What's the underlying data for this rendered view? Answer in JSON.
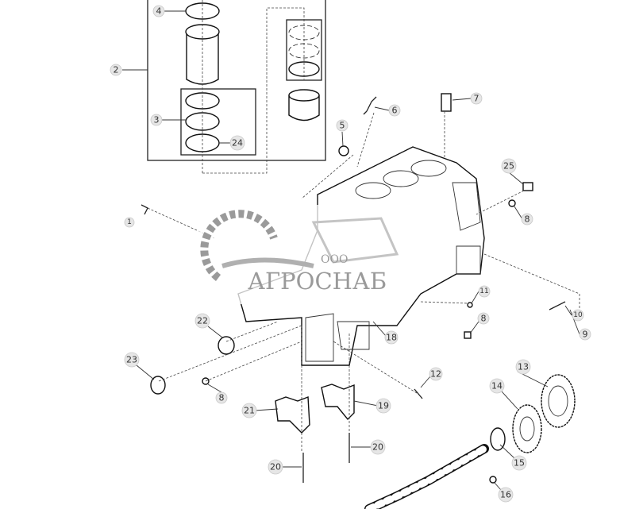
{
  "diagram": {
    "labels": [
      "4",
      "2",
      "3",
      "24",
      "6",
      "7",
      "5",
      "25",
      "1",
      "8",
      "11",
      "10",
      "9",
      "8",
      "18",
      "22",
      "23",
      "12",
      "8",
      "13",
      "14",
      "21",
      "19",
      "20",
      "20",
      "15",
      "16"
    ]
  },
  "watermark": {
    "line1": "ООО",
    "line2": "АГРОСНАБ"
  }
}
